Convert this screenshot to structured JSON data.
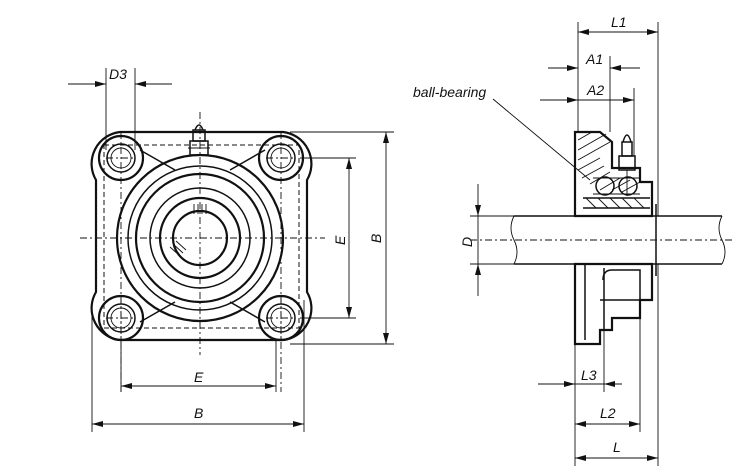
{
  "labels": {
    "D3": "D3",
    "E_vertical": "E",
    "B_vertical": "B",
    "E_horizontal": "E",
    "B_horizontal": "B",
    "L1": "L1",
    "A1": "A1",
    "A2": "A2",
    "ball_bearing": "ball-bearing",
    "D": "D",
    "L3": "L3",
    "L2": "L2",
    "L": "L"
  }
}
